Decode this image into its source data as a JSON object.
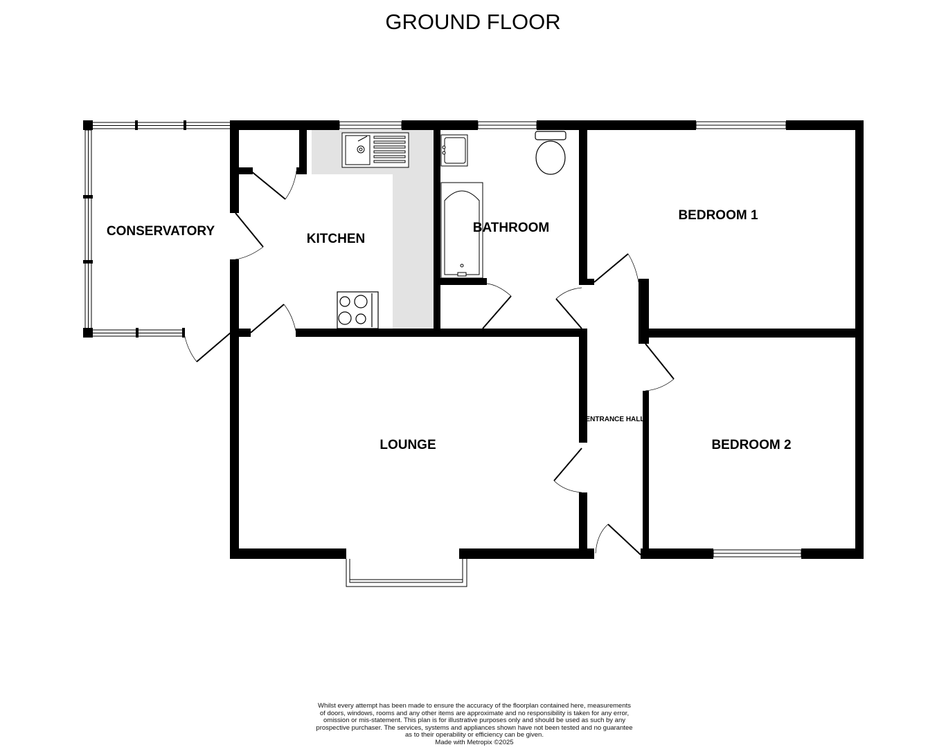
{
  "title": "GROUND FLOOR",
  "rooms": {
    "conservatory": "CONSERVATORY",
    "kitchen": "KITCHEN",
    "bathroom": "BATHROOM",
    "bedroom1": "BEDROOM 1",
    "lounge": "LOUNGE",
    "entrance_hall": "ENTRANCE HALL",
    "bedroom2": "BEDROOM 2"
  },
  "colors": {
    "wall": "#000000",
    "worktop": "#e3e3e3"
  },
  "disclaimer": {
    "lines": [
      "Whilst every attempt has been made to ensure the accuracy of the floorplan contained here, measurements",
      "of doors, windows, rooms and any other items are approximate and no responsibility is taken for any error,",
      "omission or mis-statement. This plan is for illustrative purposes only and should be used as such by any",
      "prospective purchaser. The services, systems and appliances shown have not been tested and no guarantee",
      "as to their operability or efficiency can be given."
    ],
    "credit": "Made with Metropix ©2025"
  }
}
